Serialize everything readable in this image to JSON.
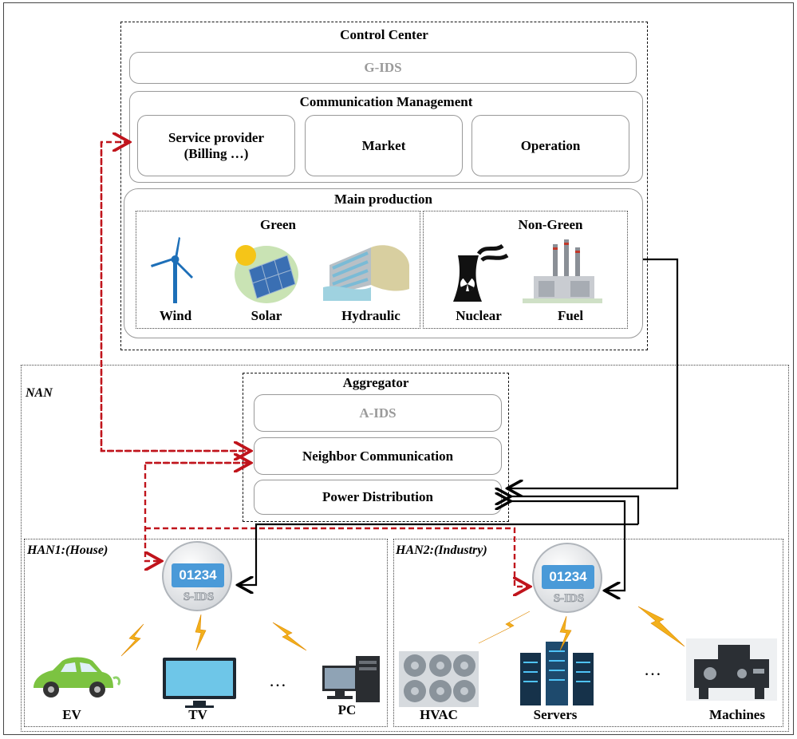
{
  "control_center": {
    "title": "Control Center",
    "gids": "G-IDS",
    "comm_mgmt": {
      "title": "Communication Management",
      "service_provider_line1": "Service provider",
      "service_provider_line2": "(Billing …)",
      "market": "Market",
      "operation": "Operation"
    },
    "main_production": {
      "title": "Main production",
      "green": {
        "title": "Green",
        "items": [
          "Wind",
          "Solar",
          "Hydraulic"
        ]
      },
      "non_green": {
        "title": "Non-Green",
        "items": [
          "Nuclear",
          "Fuel"
        ]
      }
    }
  },
  "nan": {
    "label": "NAN",
    "aggregator": {
      "title": "Aggregator",
      "aids": "A-IDS",
      "neighbor_comm": "Neighbor Communication",
      "power_dist": "Power Distribution"
    }
  },
  "han1": {
    "label": "HAN1:(House)",
    "meter_reading": "01234",
    "meter_label": "S-IDS",
    "devices": [
      "EV",
      "TV",
      "PC"
    ],
    "ellipsis": "…"
  },
  "han2": {
    "label": "HAN2:(Industry)",
    "meter_reading": "01234",
    "meter_label": "S-IDS",
    "devices": [
      "HVAC",
      "Servers",
      "Machines"
    ],
    "ellipsis": "…"
  },
  "colors": {
    "comm_link": "#c0141c",
    "power_link": "#000000",
    "wireless": "#f2b01c"
  }
}
